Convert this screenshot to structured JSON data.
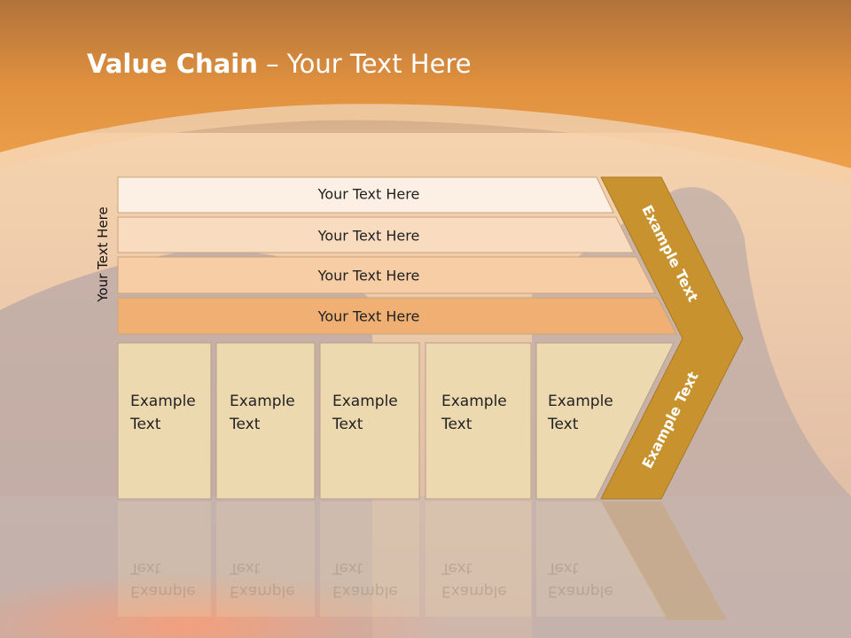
{
  "title": {
    "bold": "Value Chain",
    "rest": " – Your Text Here"
  },
  "side_label": "Your Text Here",
  "bands": [
    "Your Text Here",
    "Your Text Here",
    "Your Text Here",
    "Your Text Here"
  ],
  "columns": [
    {
      "line1": "Example",
      "line2": "Text"
    },
    {
      "line1": "Example",
      "line2": "Text"
    },
    {
      "line1": "Example",
      "line2": "Text"
    },
    {
      "line1": "Example",
      "line2": "Text"
    },
    {
      "line1": "Example",
      "line2": "Text"
    }
  ],
  "chevron": {
    "upper": "Example Text",
    "lower": "Example Text"
  },
  "colors": {
    "header_orange": "#e9963f",
    "chevron_gold": "#c8932e",
    "column_fill": "#ecd9b0",
    "band1": "#fcefe3",
    "band2": "#f9dcc0",
    "band3": "#f6cda4",
    "band4": "#f0b074"
  }
}
